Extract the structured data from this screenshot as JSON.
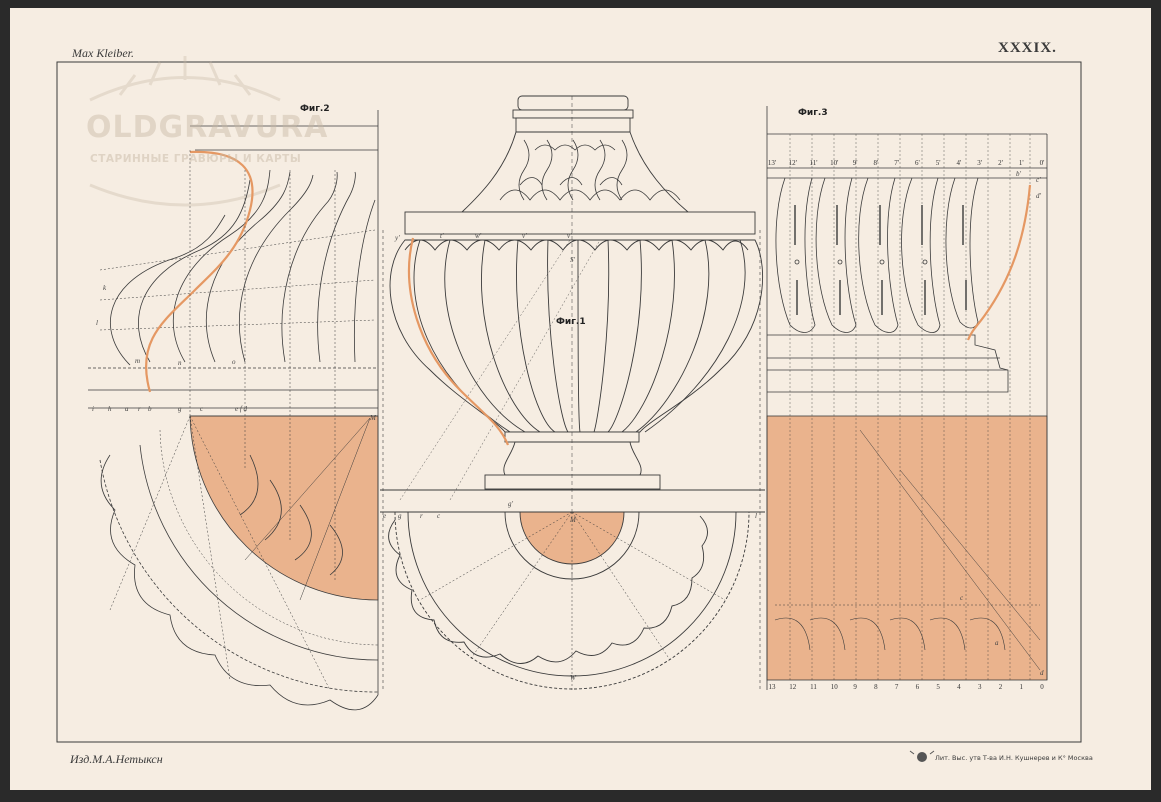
{
  "header": {
    "author": "Max Kleiber.",
    "plate_number": "XXXIX."
  },
  "figures": {
    "fig1": "Фиг.1",
    "fig2": "Фиг.2",
    "fig3": "Фиг.3"
  },
  "footer": {
    "publisher": "Изд.М.А.Нетыксн",
    "printer": "Лит. Выс. утв Т-ва И.Н. Кушнерев и К° Москва"
  },
  "watermark": {
    "title": "OLDGRAVURA",
    "subtitle": "СТАРИННЫЕ ГРАВЮРЫ И КАРТЫ"
  },
  "fig3_scale": [
    "13",
    "12",
    "11",
    "10",
    "9",
    "8",
    "7",
    "6",
    "5",
    "4",
    "3",
    "2",
    "1",
    "0"
  ],
  "fig3_top_scale": [
    "13'",
    "12'",
    "11'",
    "10'",
    "9'",
    "8'",
    "7'",
    "6'",
    "5'",
    "4'",
    "3'",
    "2'",
    "1'",
    "0'"
  ],
  "colors": {
    "paper": "#f6ede2",
    "shade": "#eab38d",
    "line": "#3b3b3b",
    "profile": "#e59863",
    "frame": "#2a2a2a"
  }
}
